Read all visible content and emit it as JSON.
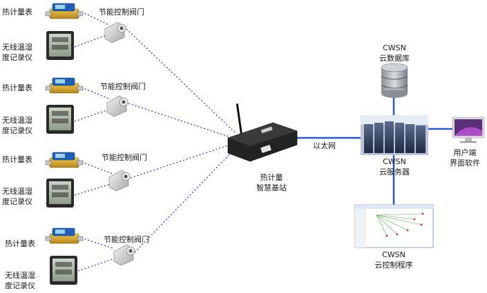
{
  "groups": [
    {
      "meter_label": "热计量表",
      "valve_label": "节能控制阀门",
      "recorder_label": "无线温湿度记录仪"
    },
    {
      "meter_label": "热计量表",
      "valve_label": "节能控制阀门",
      "recorder_label": "无线温湿度记录仪"
    },
    {
      "meter_label": "热计量表",
      "valve_label": "节能控制阀门",
      "recorder_label": "无线温湿度记录仪"
    },
    {
      "meter_label": "热计量表",
      "valve_label": "节能控制阀门",
      "recorder_label": "无线温湿度记录仪"
    }
  ],
  "base_station": {
    "label_line1": "热计量",
    "label_line2": "智慧基站"
  },
  "ethernet_label": "以太网",
  "cloud_database": {
    "label_line1": "CWSN",
    "label_line2": "云数据库"
  },
  "cloud_server": {
    "label_line1": "CWSN",
    "label_line2": "云服务器"
  },
  "user_software": {
    "label_line1": "用户端",
    "label_line2": "界面软件"
  },
  "cloud_control": {
    "label_line1": "CWSN",
    "label_line2": "云控制程序"
  },
  "colors": {
    "wireless_link": "#2a3fb8",
    "wired_link": "#2a55d0",
    "device_dark": "#232323",
    "server_blue": "#3d4f7a"
  }
}
